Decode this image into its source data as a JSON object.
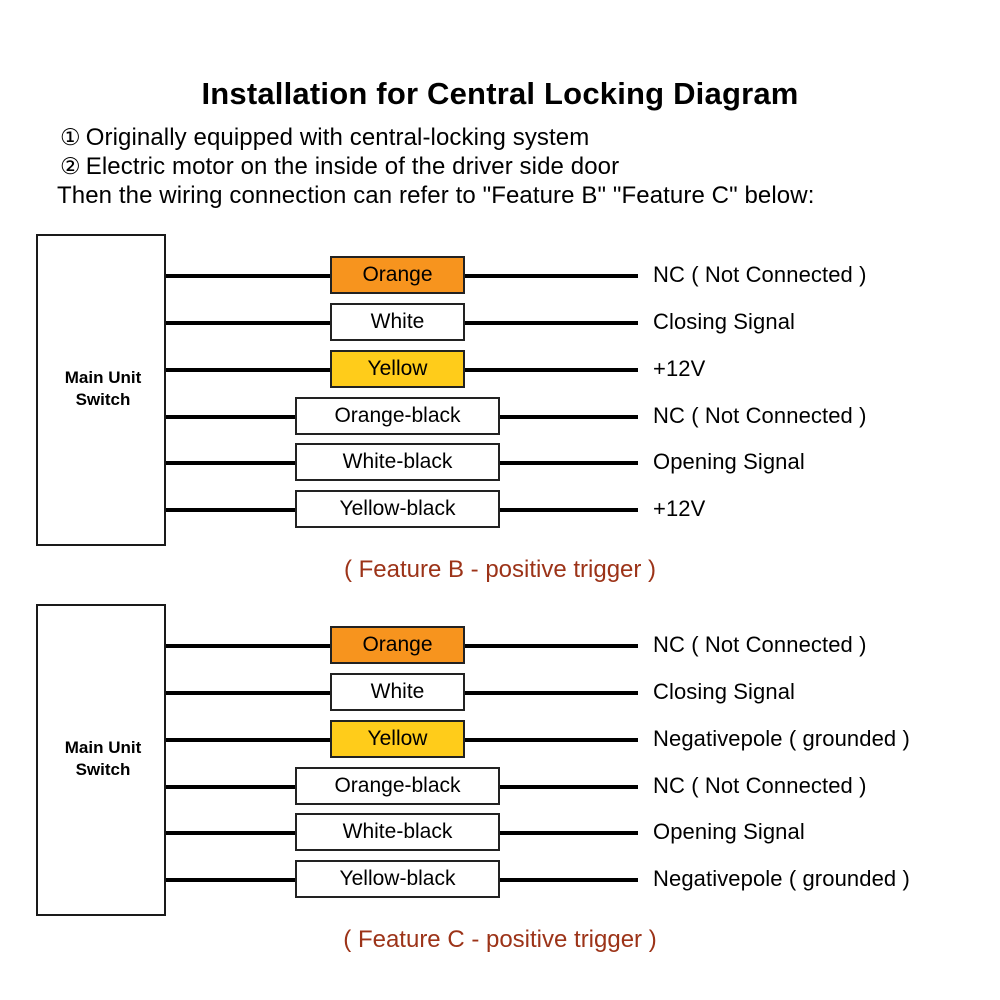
{
  "header": {
    "title": "Installation for Central Locking Diagram",
    "lines": [
      {
        "bullet": "①",
        "text": "Originally equipped with central-locking system"
      },
      {
        "bullet": "②",
        "text": "Electric motor on the inside of the driver side door"
      }
    ],
    "note": "Then the wiring connection can refer to \"Feature B\" \"Feature C\" below:"
  },
  "colors": {
    "orange": "#F7941E",
    "yellow": "#FFCC1A",
    "white": "#FFFFFF",
    "wire": "#000000",
    "caption": "#9C3318",
    "border": "#222222"
  },
  "diagrams": [
    {
      "unit_label_line1": "Main Unit",
      "unit_label_line2": "Switch",
      "caption": "( Feature B - positive trigger )",
      "rows": [
        {
          "chip": "Orange",
          "swatch": "orange",
          "signal": "NC ( Not Connected )"
        },
        {
          "chip": "White",
          "swatch": "white",
          "signal": "Closing Signal"
        },
        {
          "chip": "Yellow",
          "swatch": "yellow",
          "signal": "+12V"
        },
        {
          "chip": "Orange-black",
          "swatch": "white",
          "signal": "NC ( Not Connected )"
        },
        {
          "chip": "White-black",
          "swatch": "white",
          "signal": "Opening Signal"
        },
        {
          "chip": "Yellow-black",
          "swatch": "white",
          "signal": "+12V"
        }
      ]
    },
    {
      "unit_label_line1": "Main Unit",
      "unit_label_line2": "Switch",
      "caption": "( Feature C - positive trigger )",
      "rows": [
        {
          "chip": "Orange",
          "swatch": "orange",
          "signal": "NC ( Not Connected )"
        },
        {
          "chip": "White",
          "swatch": "white",
          "signal": "Closing Signal"
        },
        {
          "chip": "Yellow",
          "swatch": "yellow",
          "signal": "Negativepole ( grounded )"
        },
        {
          "chip": "Orange-black",
          "swatch": "white",
          "signal": "NC ( Not Connected )"
        },
        {
          "chip": "White-black",
          "swatch": "white",
          "signal": "Opening Signal"
        },
        {
          "chip": "Yellow-black",
          "swatch": "white",
          "signal": "Negativepole ( grounded )"
        }
      ]
    }
  ]
}
